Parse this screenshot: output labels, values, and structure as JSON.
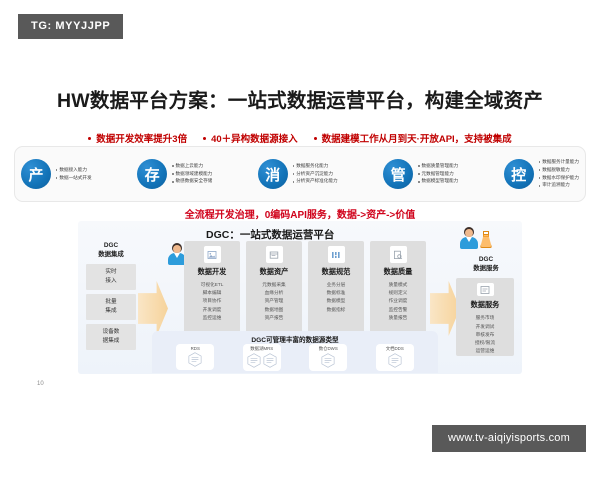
{
  "tag": {
    "label": "TG: MYYJJPP"
  },
  "title": "HW数据平台方案：一站式数据运营平台，构建全域资产",
  "bullets": [
    "数据开发效率提升3倍",
    "40＋异构数据源接入",
    "数据建模工作从月到天·开放API，支持被集成"
  ],
  "capabilities": [
    {
      "glyph": "产",
      "items": [
        "数据接入能力",
        "数据一站式开发"
      ]
    },
    {
      "glyph": "存",
      "items": [
        "数据上云能力",
        "数据领域建模能力",
        "敏感数据安全存储"
      ]
    },
    {
      "glyph": "消",
      "items": [
        "数据服务化能力",
        "分析资产沉淀能力",
        "分析资产标准化能力"
      ]
    },
    {
      "glyph": "管",
      "items": [
        "数据质量管理能力",
        "元数据管理能力",
        "数据模型管理能力"
      ]
    },
    {
      "glyph": "控",
      "items": [
        "数据服务计量能力",
        "数据脱敏能力",
        "数据水印保护能力",
        "审计追溯能力"
      ]
    }
  ],
  "red_headline": "全流程开发治理，0编码API服务，数据->资产->价值",
  "diagram": {
    "title": "DGC：一站式数据运营平台",
    "left": {
      "heading_line1": "DGC",
      "heading_line2": "数据集成",
      "boxes": [
        {
          "line1": "实时",
          "line2": "接入"
        },
        {
          "line1": "批量",
          "line2": "集成"
        },
        {
          "line1": "设备数",
          "line2": "据集成"
        }
      ]
    },
    "cards": [
      {
        "title": "数据开发",
        "icon": "chart-image-icon",
        "subs": [
          "可视化ETL",
          "脚本编辑",
          "项目协作",
          "开发调度",
          "监控运维"
        ]
      },
      {
        "title": "数据资产",
        "icon": "document-icon",
        "subs": [
          "元数据采集",
          "血缘分析",
          "资产管理",
          "数据地图",
          "资产报告"
        ]
      },
      {
        "title": "数据规范",
        "icon": "structure-icon",
        "subs": [
          "业务分层",
          "数据标准",
          "数据模型",
          "数据指标"
        ]
      },
      {
        "title": "数据质量",
        "icon": "quality-check-icon",
        "subs": [
          "质量模式",
          "规则定义",
          "作业调度",
          "监控告警",
          "质量报告"
        ]
      }
    ],
    "right": {
      "heading_line1": "DGC",
      "heading_line2": "数据服务",
      "card": {
        "title": "数据服务",
        "icon": "service-icon",
        "subs": [
          "服务市场",
          "开发调试",
          "审核发布",
          "授权/限流",
          "运营运维"
        ]
      }
    },
    "sources": {
      "title": "DGC可管理丰富的数据源类型",
      "items": [
        {
          "label": "RDS",
          "glyphs": 1
        },
        {
          "label": "数据湖MRS",
          "glyphs": 2
        },
        {
          "label": "数仓DWS",
          "glyphs": 1
        },
        {
          "label": "文档DDS",
          "glyphs": 1
        }
      ]
    }
  },
  "page_number": "10",
  "watermark": "www.tv-aiqiyisports.com",
  "colors": {
    "tag_bg": "#595959",
    "red": "#c00000",
    "red_headline": "#d0021b",
    "blue": "#1273b8",
    "card_gray": "#dedede",
    "band_blue": "#e9eef8"
  }
}
